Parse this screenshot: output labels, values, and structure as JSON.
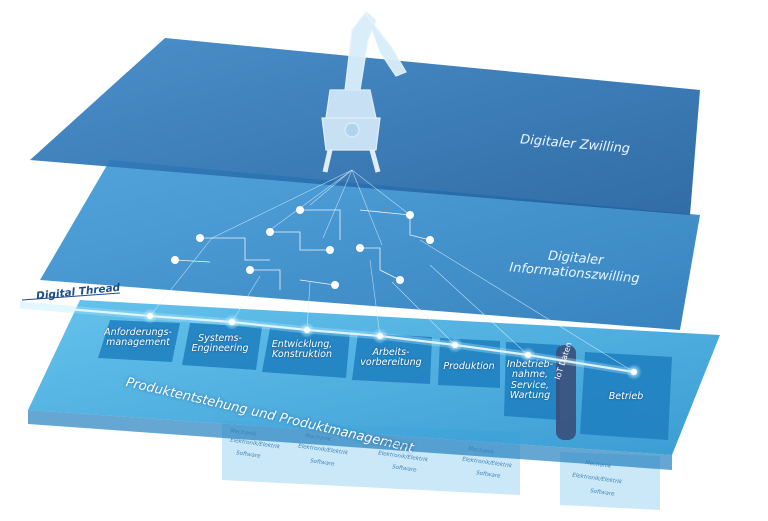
{
  "layers": {
    "top_title": "Digitaler Zwilling",
    "middle_title": "Digitaler\nInformationszwilling",
    "thread_label": "Digital Thread",
    "band_label": "Produktentstehung und Produktmanagement"
  },
  "process_steps": [
    "Anforderungs-\nmanagement",
    "Systems-\nEngineering",
    "Entwicklung,\nKonstruktion",
    "Arbeits-\nvorbereitung",
    "Produktion",
    "Inbetrieb-\nnahme,\nService,\nWartung",
    "Betrieb"
  ],
  "iot_label": "IoT Daten",
  "sub_layers": [
    "Mechanik",
    "Elektronik/Elektrik",
    "Software"
  ],
  "colors": {
    "top_layer": "#2a72b5",
    "middle_layer": "#2f8cce",
    "bottom_layer": "#39a8e0",
    "thread": "#bfeaff",
    "robot": "#cfe6f7"
  }
}
